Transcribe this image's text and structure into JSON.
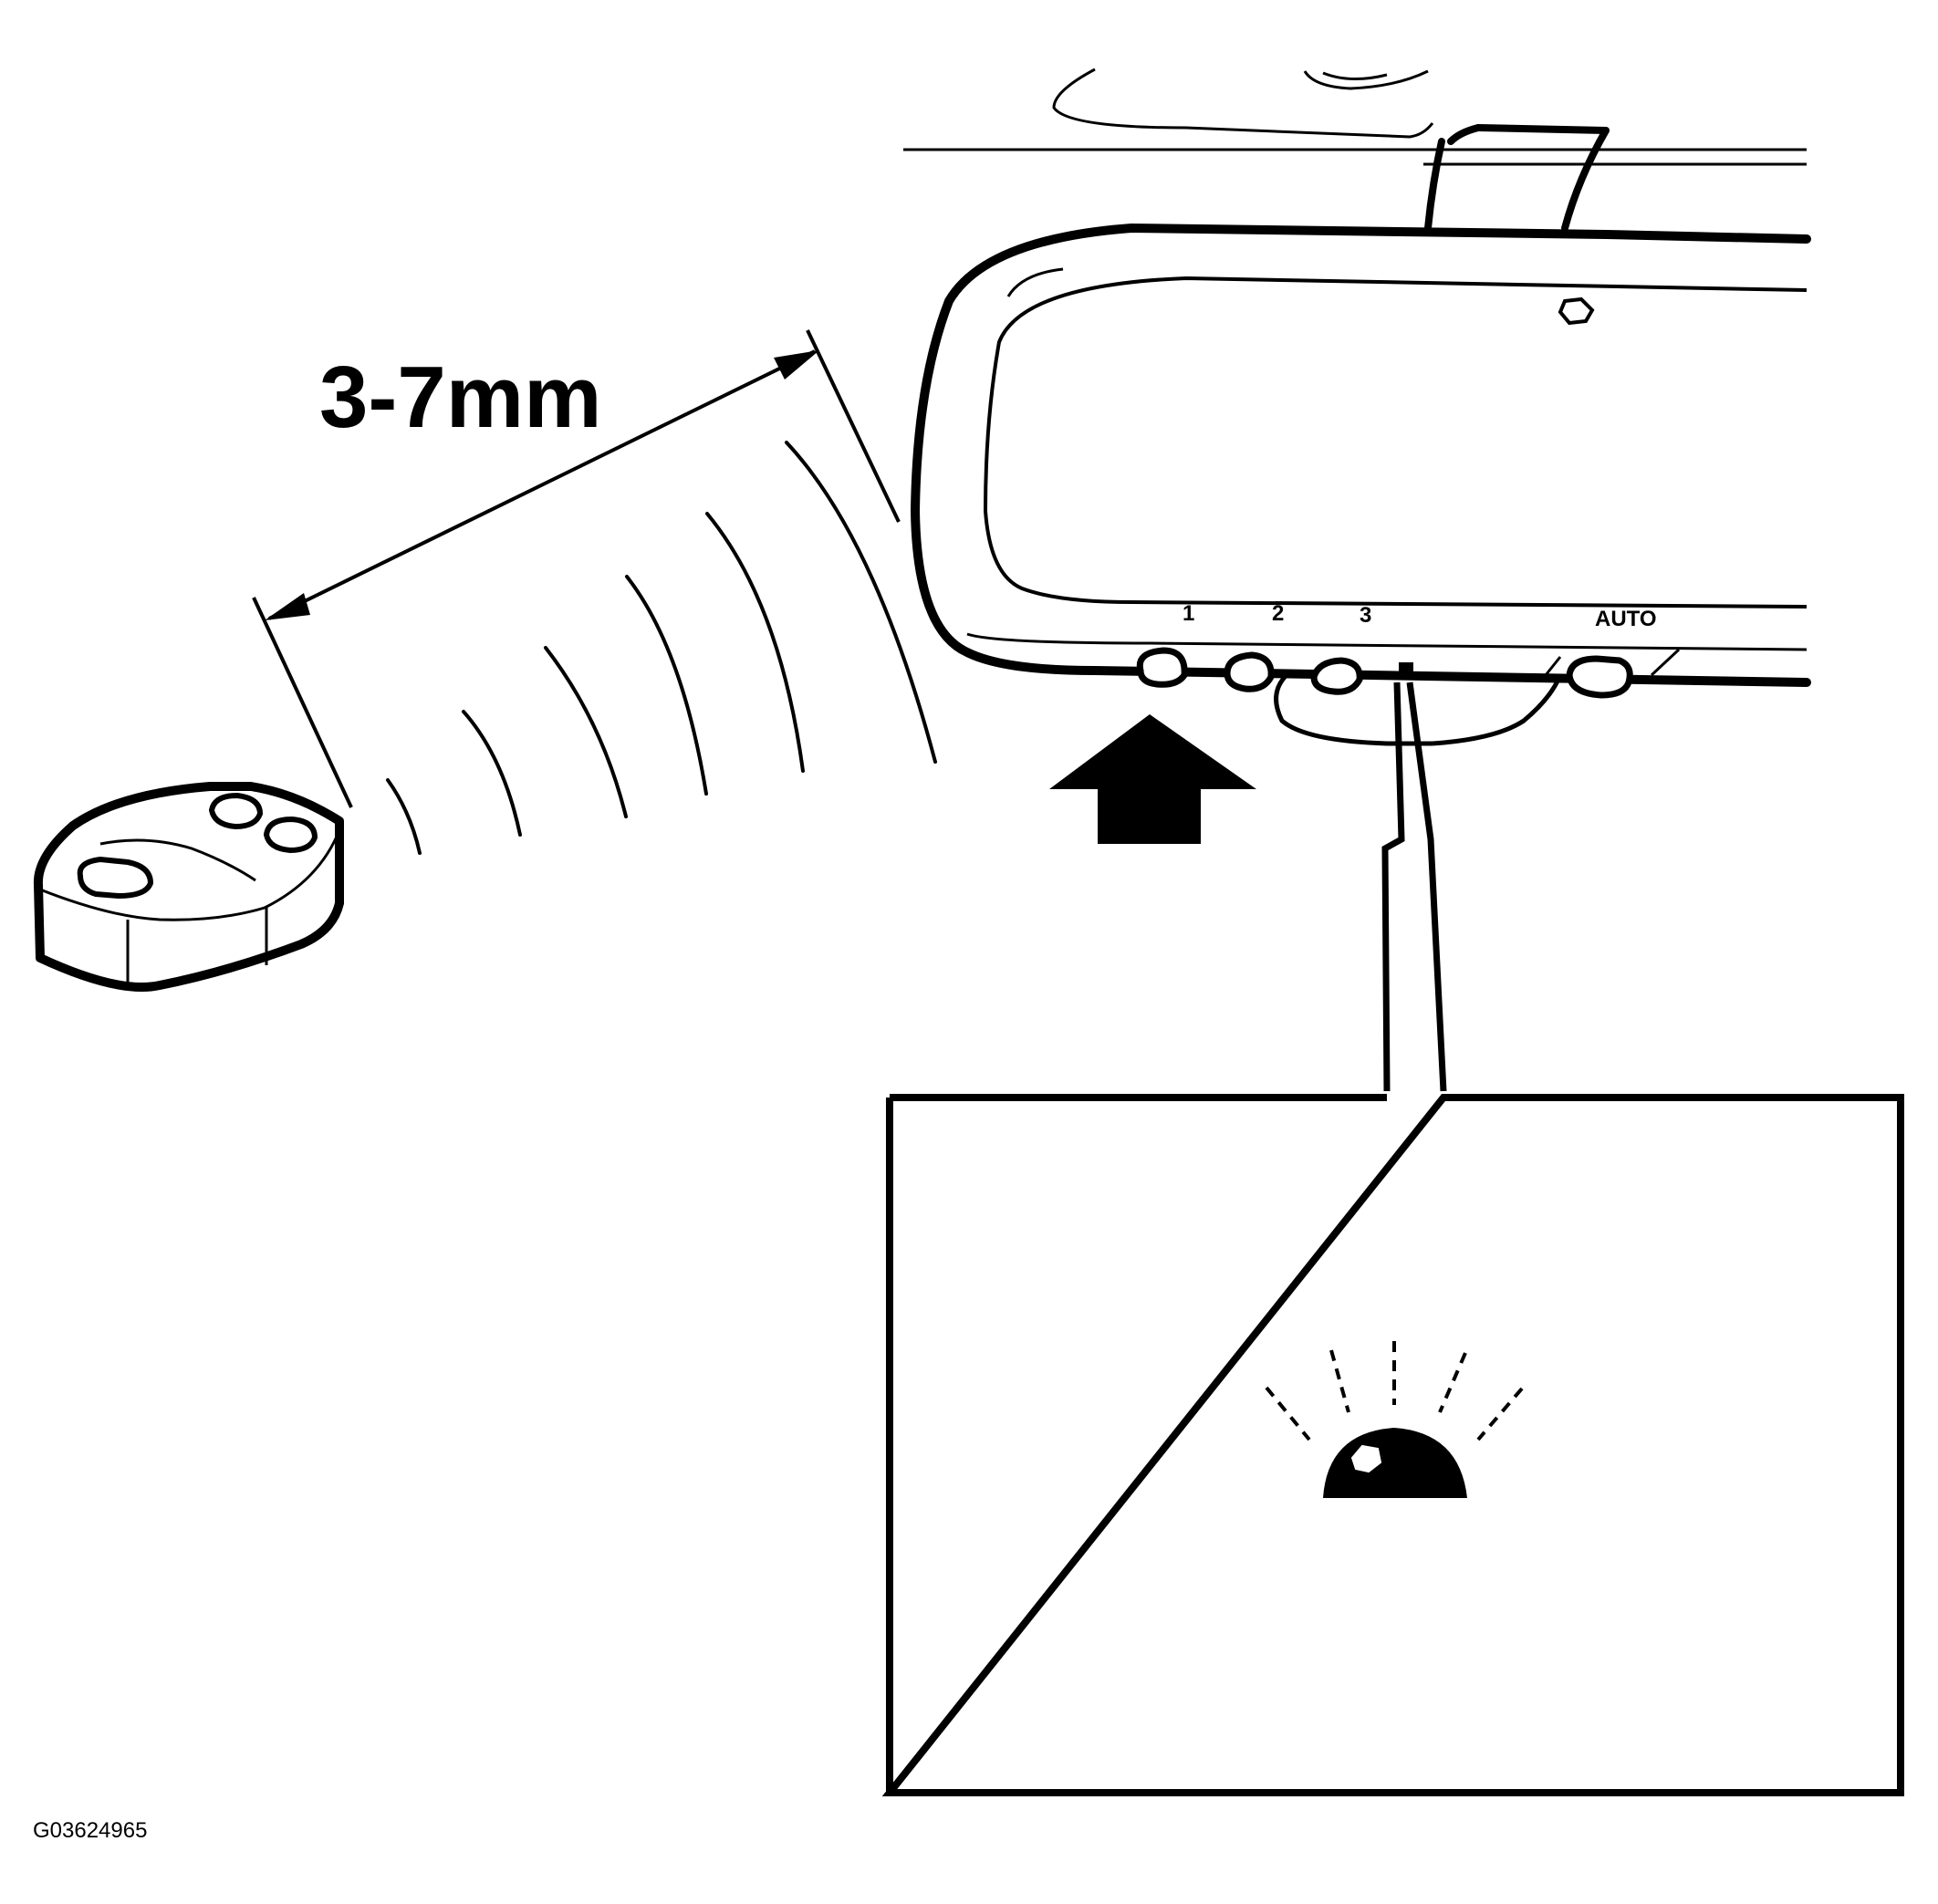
{
  "diagram": {
    "dimension_label": "3-7mm",
    "mirror_buttons": [
      "1",
      "2",
      "3"
    ],
    "mirror_auto_label": "AUTO",
    "figure_code": "G03624965"
  }
}
